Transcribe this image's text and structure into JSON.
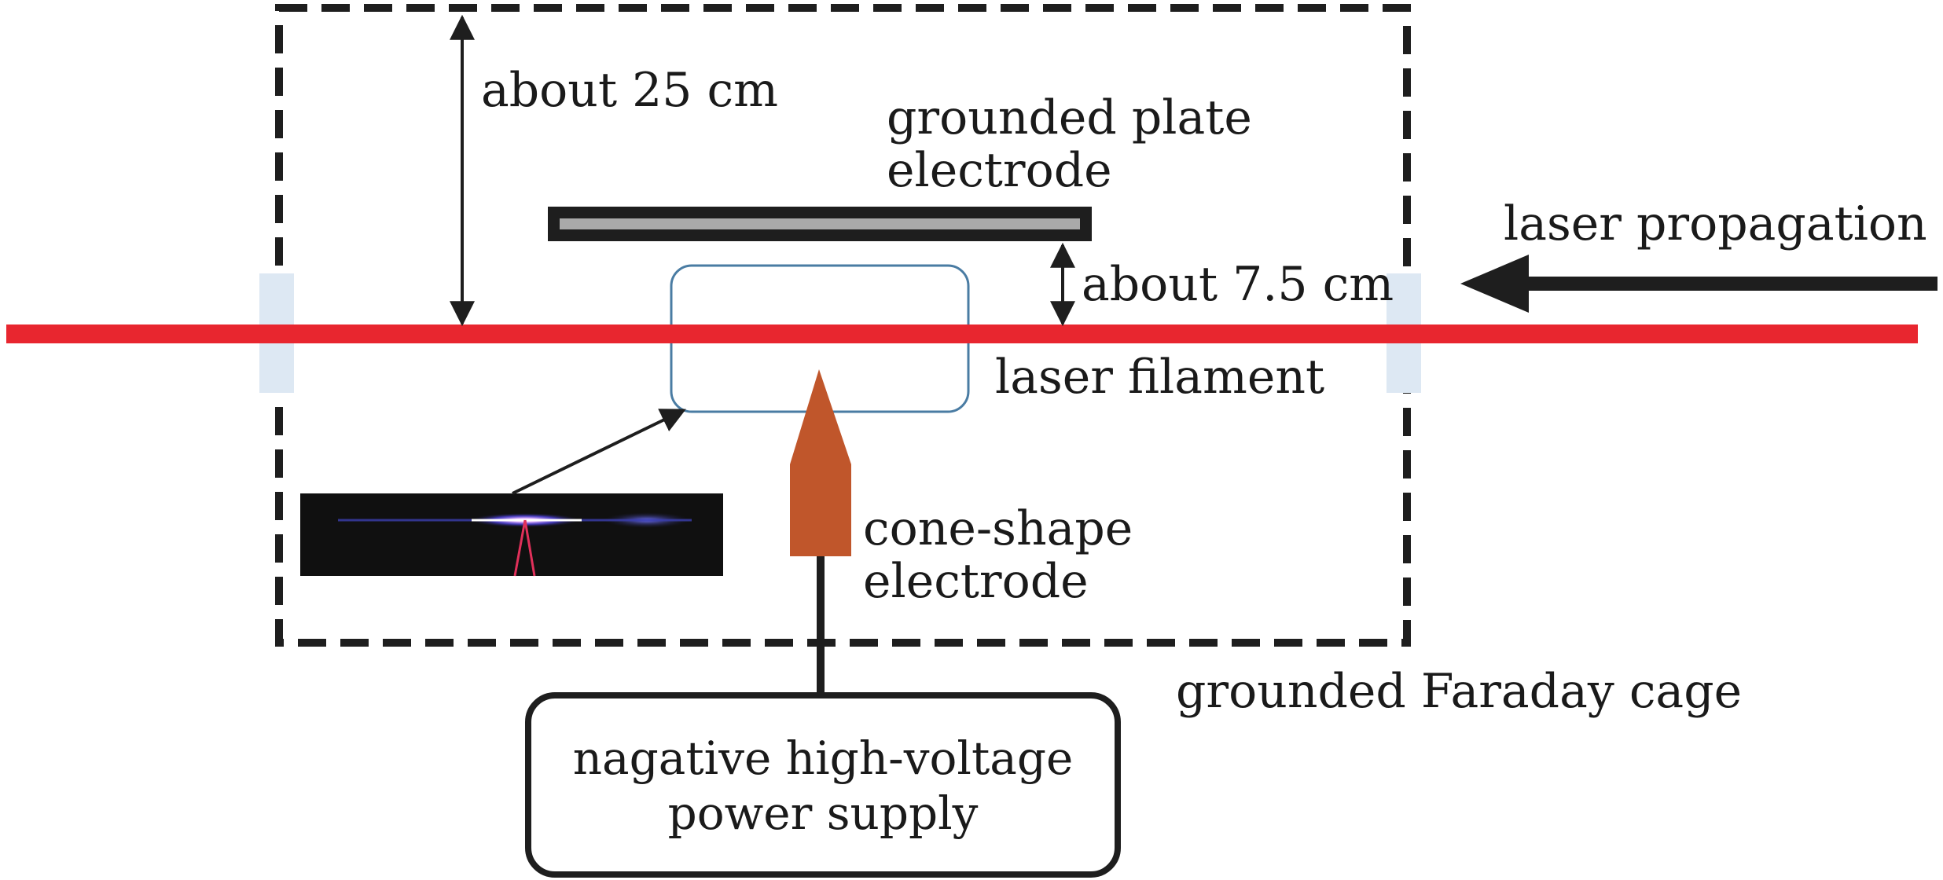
{
  "diagram": {
    "labels": {
      "height_dimension": "about 25 cm",
      "plate_electrode_line1": "grounded plate",
      "plate_electrode_line2": "electrode",
      "laser_propagation": "laser propagation",
      "gap_dimension": "about 7.5 cm",
      "laser_filament": "laser filament",
      "cone_electrode_line1": "cone-shape",
      "cone_electrode_line2": "electrode",
      "faraday_cage": "grounded Faraday cage",
      "power_supply_line1": "nagative high-voltage",
      "power_supply_line2": "power supply"
    },
    "colors": {
      "laser_beam": "#e8262f",
      "cone_electrode": "#c0562b",
      "window": "#dde8f3",
      "filament_box": "#4a7ca3",
      "plate_inner": "#a9a9a9",
      "line": "#1e1e1e",
      "photo_background": "#101010",
      "photo_glow": "#7a6cff"
    }
  }
}
